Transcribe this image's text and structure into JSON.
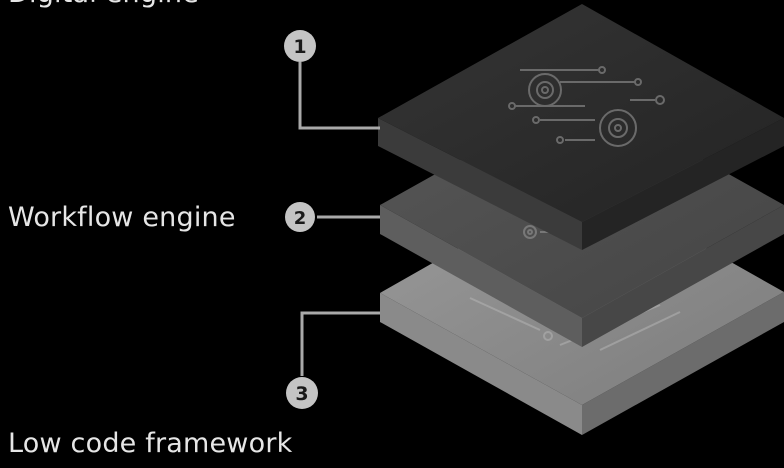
{
  "labels": {
    "top": "Digital engine",
    "middle": "Workflow engine",
    "bottom": "Low code framework"
  },
  "markers": {
    "one": "1",
    "two": "2",
    "three": "3"
  },
  "colors": {
    "background": "#000000",
    "text": "#e6e6e6",
    "connector": "#a9a9a9",
    "badge": "#c4c4c4",
    "badge_text": "#1a1a1a",
    "layer_top": "#2a2a2a",
    "layer_middle": "#4e4e4e",
    "layer_bottom": "#858585"
  },
  "icons": [
    "gears-circuit-icon",
    "chip-icon",
    "code-icon"
  ]
}
